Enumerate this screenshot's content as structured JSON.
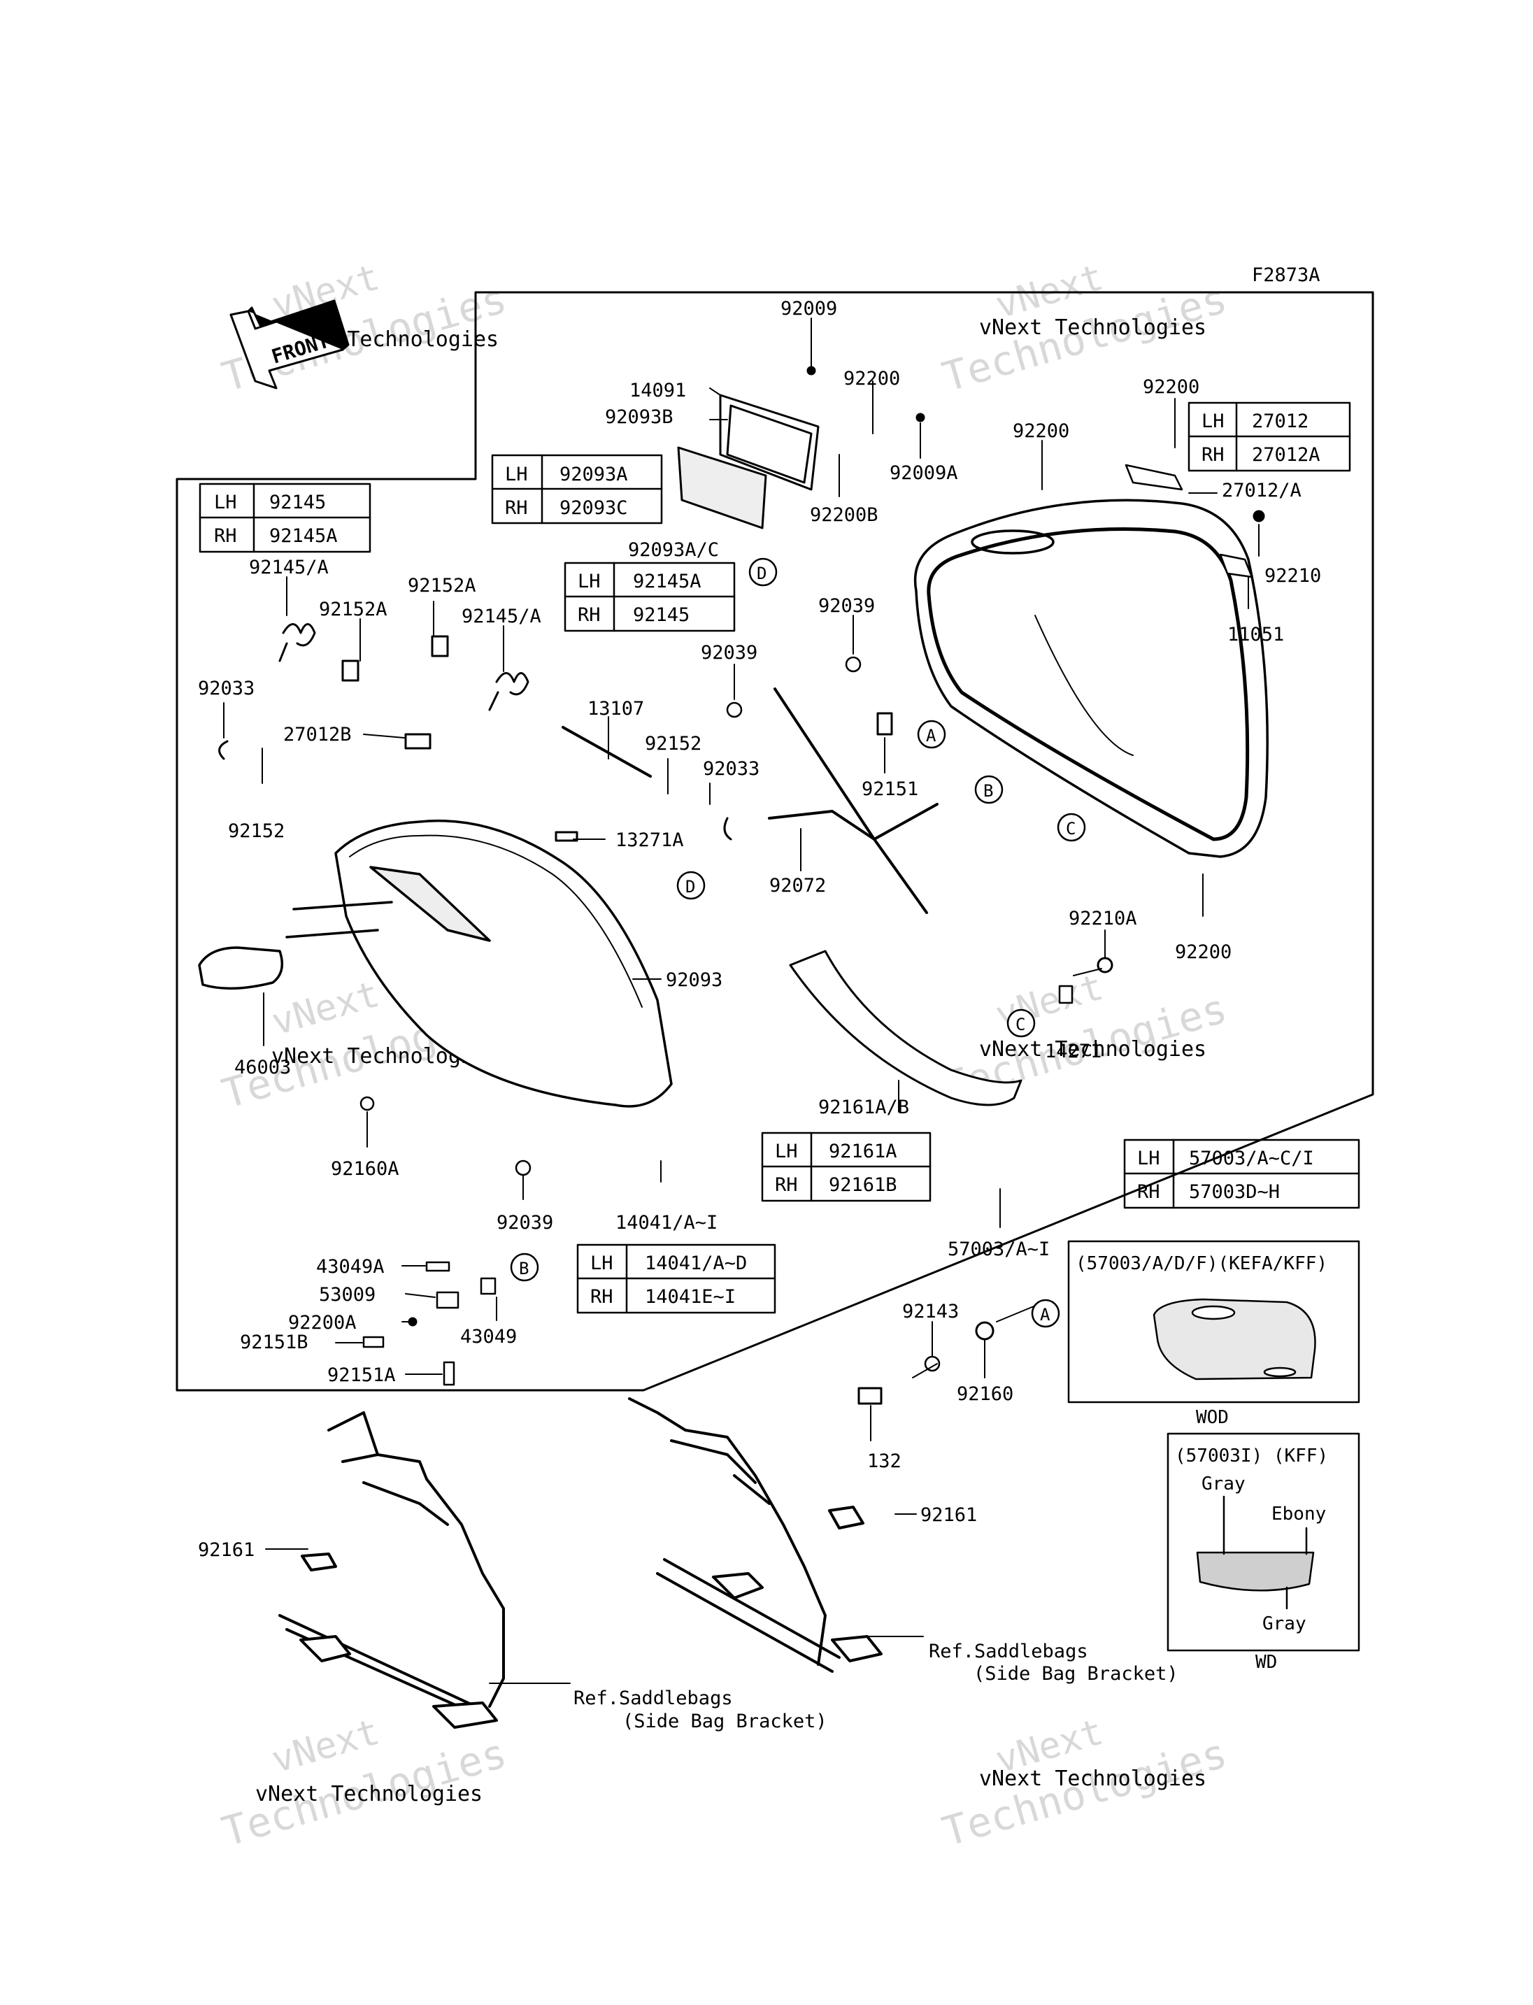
{
  "figure_id": "F2873A",
  "front_label": "FRONT",
  "watermark": {
    "line1": "vNext",
    "line2": "Technologies",
    "sub": "vNext Technologies"
  },
  "part_numbers": {
    "p92009": "92009",
    "p14091": "14091",
    "p92093B": "92093B",
    "p92200": "92200",
    "p92009A": "92009A",
    "p92200B": "92200B",
    "p92093AC": "92093A/C",
    "p27012A_slash": "27012/A",
    "p92210": "92210",
    "p11051": "11051",
    "p92145A_slash": "92145/A",
    "p92152A": "92152A",
    "p92033": "92033",
    "p27012B": "27012B",
    "p92152": "92152",
    "p13107": "13107",
    "p13271A": "13271A",
    "p92039": "92039",
    "p92151": "92151",
    "p92072": "92072",
    "p92093": "92093",
    "p46003": "46003",
    "p92160A": "92160A",
    "p14041": "14041/A~I",
    "p92161AB": "92161A/B",
    "p92210A": "92210A",
    "p14271": "14271",
    "p57003": "57003/A~I",
    "p43049A": "43049A",
    "p53009": "53009",
    "p92200A": "92200A",
    "p92151B": "92151B",
    "p92151A": "92151A",
    "p43049": "43049",
    "p92143": "92143",
    "p92160": "92160",
    "p132": "132",
    "p92161": "92161",
    "ref_saddlebags": "Ref.Saddlebags",
    "ref_bracket": "(Side Bag Bracket)"
  },
  "callouts": {
    "a": "A",
    "b": "B",
    "c": "C",
    "d": "D"
  },
  "tables": {
    "t92145": [
      [
        "LH",
        "92145"
      ],
      [
        "RH",
        "92145A"
      ]
    ],
    "t92093": [
      [
        "LH",
        "92093A"
      ],
      [
        "RH",
        "92093C"
      ]
    ],
    "t92145b": [
      [
        "LH",
        "92145A"
      ],
      [
        "RH",
        "92145"
      ]
    ],
    "t27012": [
      [
        "LH",
        "27012"
      ],
      [
        "RH",
        "27012A"
      ]
    ],
    "t92161": [
      [
        "LH",
        "92161A"
      ],
      [
        "RH",
        "92161B"
      ]
    ],
    "t14041": [
      [
        "LH",
        "14041/A~D"
      ],
      [
        "RH",
        "14041E~I"
      ]
    ],
    "t57003": [
      [
        "LH",
        "57003/A~C/I"
      ],
      [
        "RH",
        "57003D~H"
      ]
    ]
  },
  "inset_wod": {
    "title": "(57003/A/D/F)(KEFA/KFF)",
    "caption": "WOD"
  },
  "inset_wd": {
    "title": "(57003I)  (KFF)",
    "gray1": "Gray",
    "ebony": "Ebony",
    "gray2": "Gray",
    "caption": "WD"
  }
}
